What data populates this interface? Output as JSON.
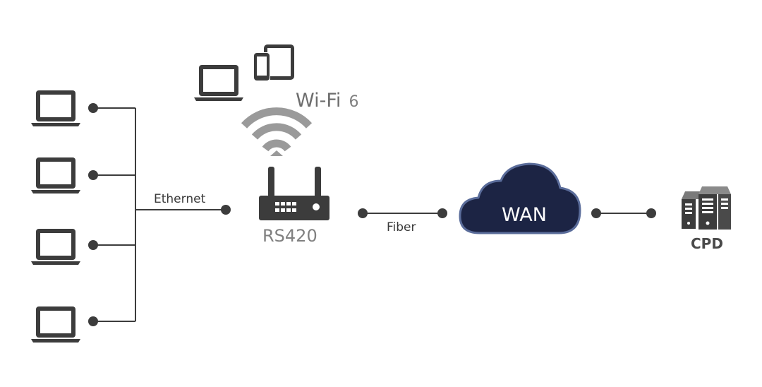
{
  "labels": {
    "ethernet": "Ethernet",
    "router": "RS420",
    "wifi": "Wi-Fi",
    "wifi_gen": "6",
    "fiber": "Fiber",
    "wan": "WAN",
    "cpd": "CPD"
  },
  "colors": {
    "device": "#3c3c3c",
    "line": "#3c3c3c",
    "wifi_waves": "#9a9a9a",
    "cloud": "#1c2444",
    "cloud_rim": "#5a6c9a"
  },
  "icons": {
    "laptop": "laptop-icon",
    "tablet": "tablet-icon",
    "phone": "phone-icon",
    "router": "router-icon",
    "wifi": "wifi-icon",
    "cloud": "cloud-icon",
    "servers": "server-rack-icon"
  }
}
